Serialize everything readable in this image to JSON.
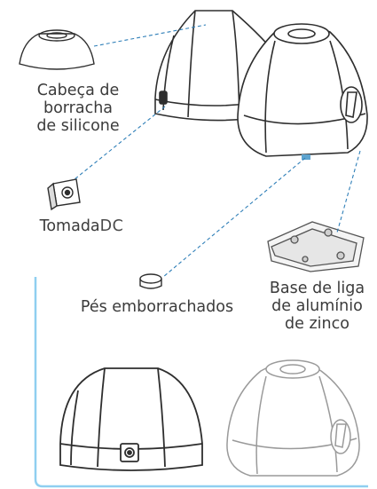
{
  "labels": {
    "rubber_head": [
      "Cabeça de",
      "borracha",
      "de silicone"
    ],
    "dc_socket": {
      "word": "Tomada",
      "code": "DC"
    },
    "rubber_feet": "Pés emborrachados",
    "base": [
      "Base de liga",
      "de alumínio",
      "de zinco"
    ]
  },
  "colors": {
    "outline": "#2e2e2e",
    "leader_lines": "#2f7fb8",
    "panel_border": "#8fcff0",
    "light_outline": "#9a9a9a"
  },
  "icons": [
    "rubber-head-icon",
    "dc-socket-icon",
    "rubber-foot-icon",
    "zinc-base-icon"
  ]
}
